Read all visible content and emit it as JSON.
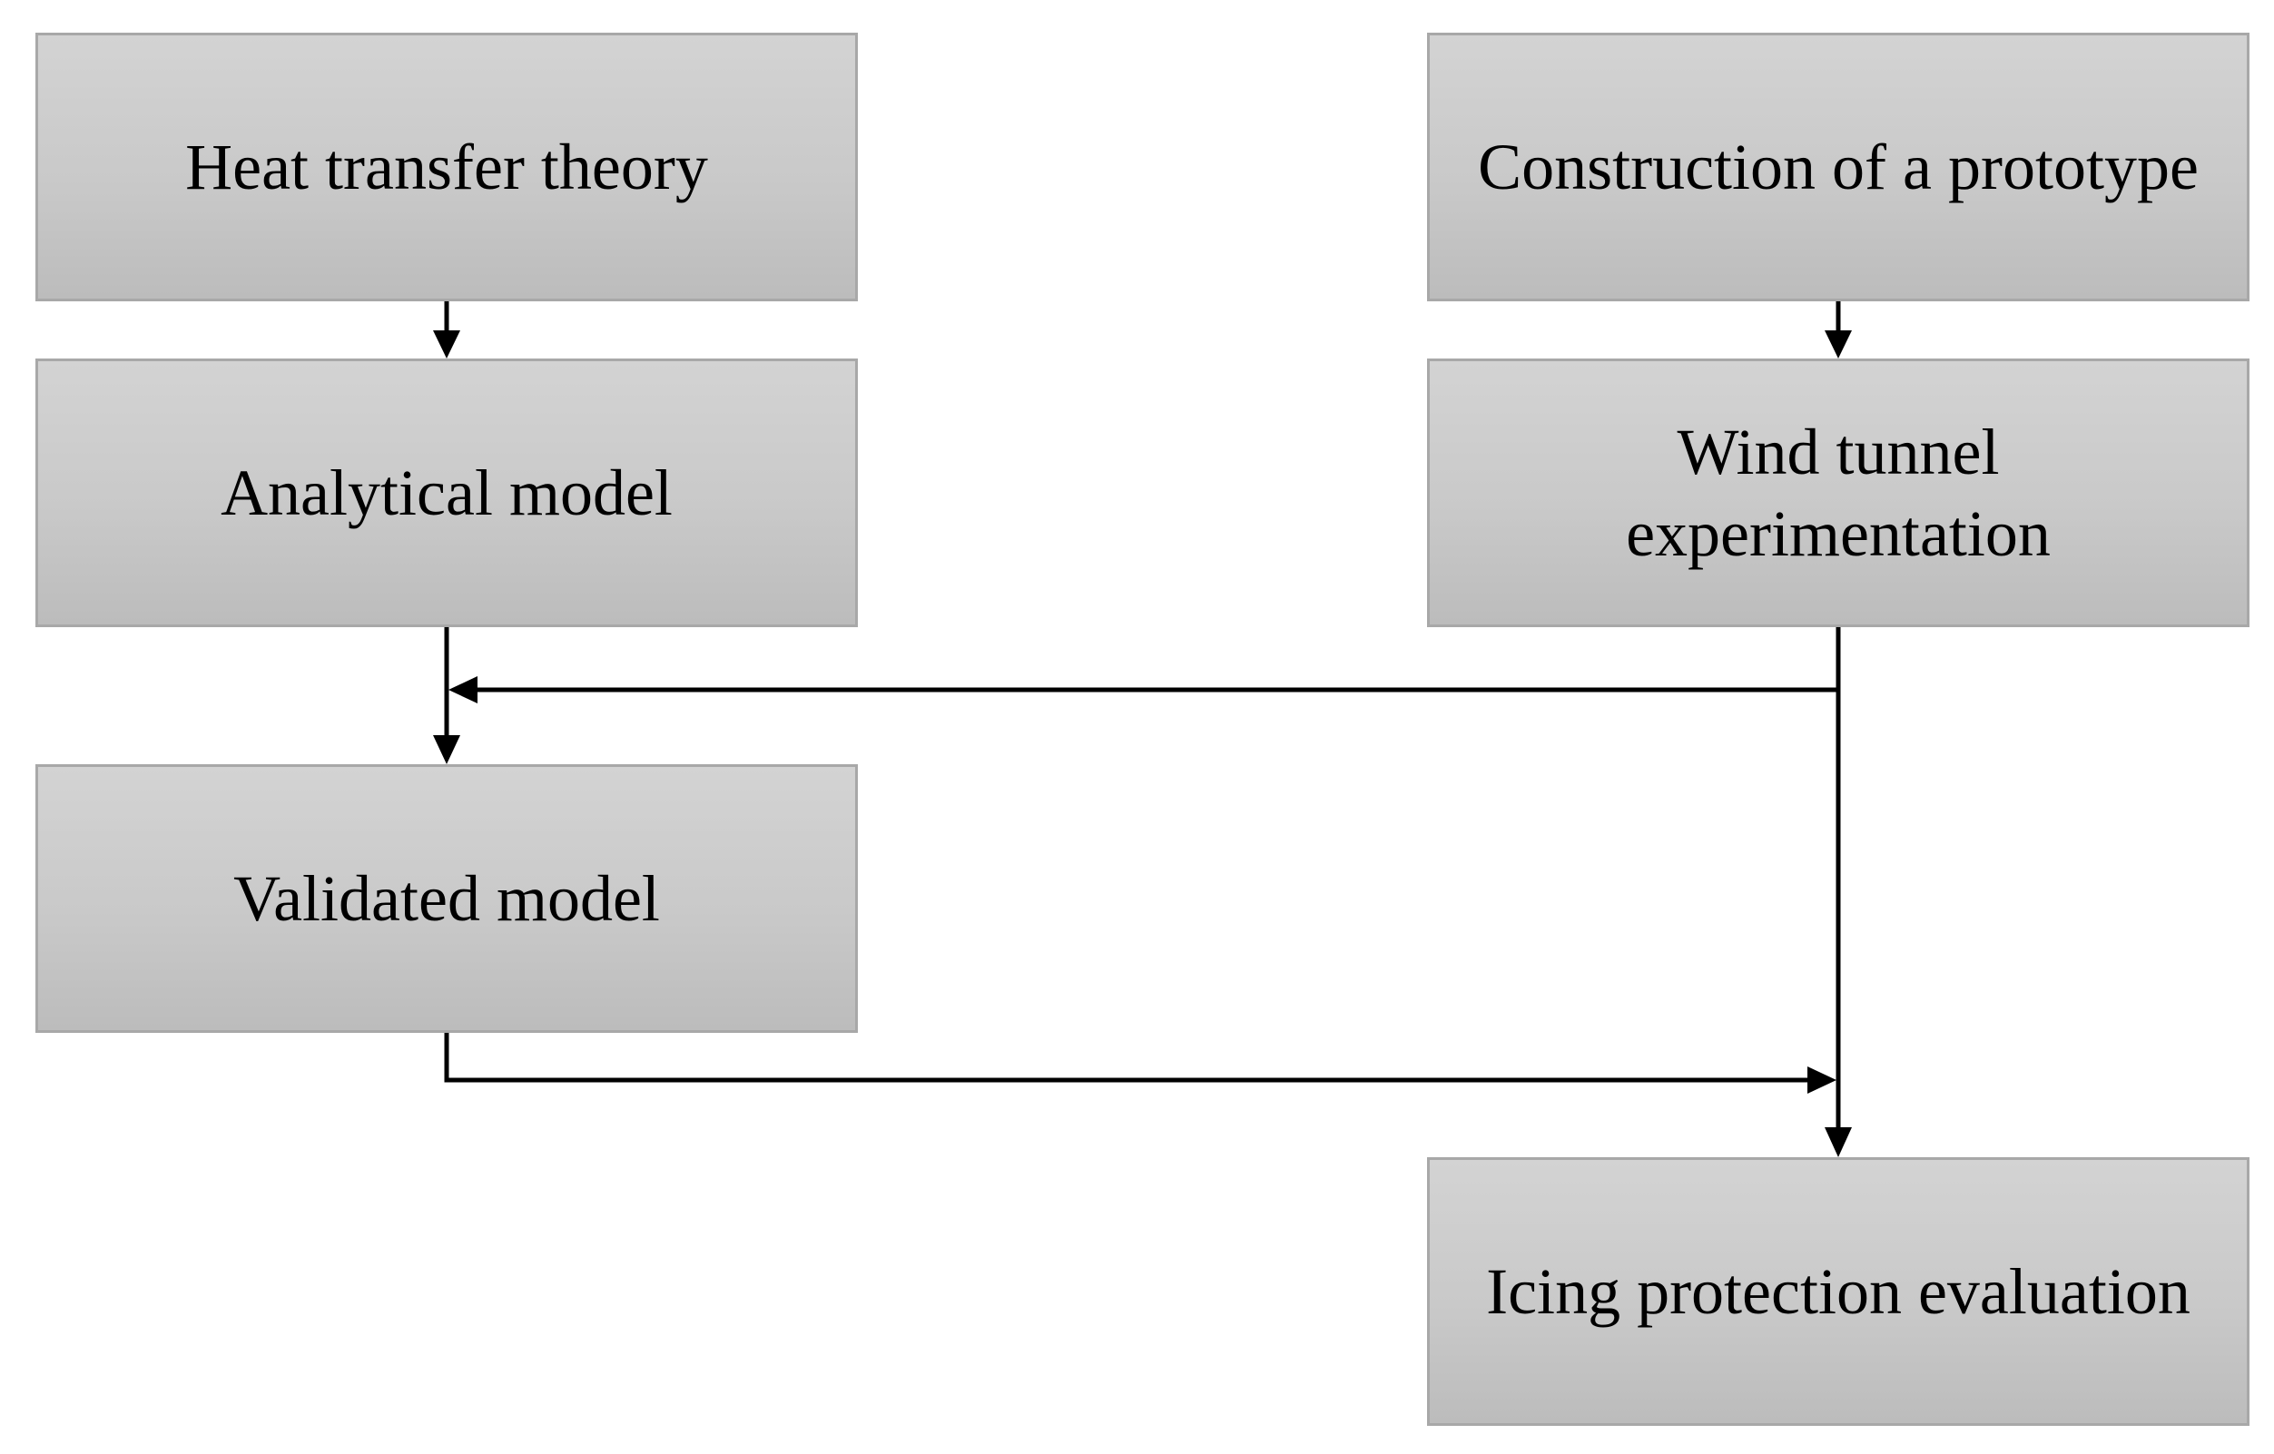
{
  "boxes": {
    "heat_transfer_theory": "Heat transfer theory",
    "analytical_model": "Analytical model",
    "validated_model": "Validated model",
    "construction_prototype": "Construction of a prototype",
    "wind_tunnel": "Wind tunnel\nexperimentation",
    "icing_protection": "Icing protection evaluation"
  },
  "edges": [
    {
      "from": "heat_transfer_theory",
      "to": "analytical_model"
    },
    {
      "from": "construction_prototype",
      "to": "wind_tunnel"
    },
    {
      "from": "analytical_model",
      "to": "validated_model"
    },
    {
      "from": "wind_tunnel",
      "to": "validated_model"
    },
    {
      "from": "wind_tunnel",
      "to": "icing_protection"
    },
    {
      "from": "validated_model",
      "to": "icing_protection"
    }
  ],
  "colors": {
    "box_fill_top": "#d3d3d3",
    "box_fill_bottom": "#bcbcbc",
    "box_border": "#a8a8a8",
    "line": "#000000"
  }
}
